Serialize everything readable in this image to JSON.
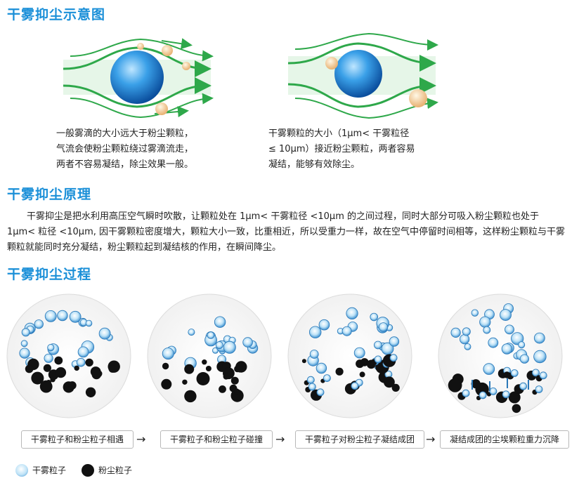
{
  "sections": {
    "schematic_title": "干雾抑尘示意图",
    "principle_title": "干雾抑尘原理",
    "process_title": "干雾抑尘过程"
  },
  "schematic": {
    "left_caption": [
      "一般雾滴的大小远大于粉尘颗粒，",
      "气流会使粉尘颗粒绕过雾滴流走，",
      "两者不容易凝结，除尘效果一般。"
    ],
    "right_caption": [
      "干雾颗粒的大小（1μm< 干雾粒径",
      "≤ 10μm）接近粉尘颗粒，两者容易",
      "凝结，能够有效除尘。"
    ]
  },
  "principle": {
    "text": "干雾抑尘是把水利用高压空气瞬时吹散，让颗粒处在 1μm< 干雾粒径 <10μm 的之间过程，同时大部分可吸入粉尘颗粒也处于 1μm< 粒径 <10μm, 因干雾颗粒密度增大，颗粒大小一致，比重相近，所以受重力一样，故在空气中停留时间相等，这样粉尘颗粒与干雾颗粒就能同时充分凝结，粉尘颗粒起到凝结核的作用，在瞬间降尘。"
  },
  "process": {
    "steps": [
      "干雾粒子和粉尘粒子相遇",
      "干雾粒子和粉尘粒子碰撞",
      "干雾粒子对粉尘粒子凝结成团",
      "凝结成团的尘埃颗粒重力沉降"
    ],
    "arrow": "→"
  },
  "legend": {
    "fog_label": "干雾粒子",
    "dust_label": "粉尘粒子"
  },
  "colors": {
    "heading": "#1a8fd8",
    "flow_arrow": "#2ea84a",
    "fog_particle": "#5ab0e8",
    "dust_particle": "#111111"
  }
}
